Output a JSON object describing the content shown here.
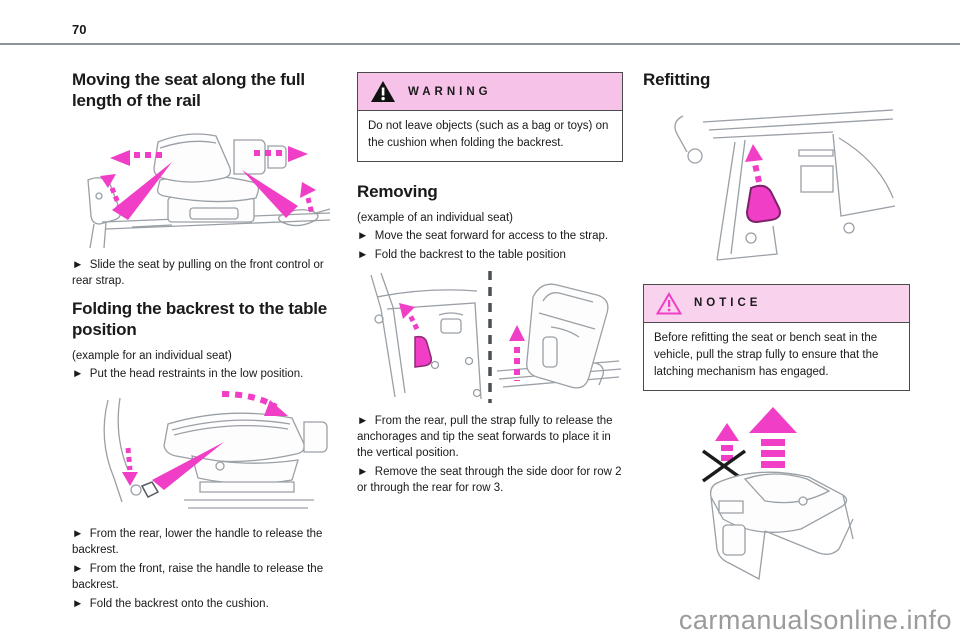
{
  "page": {
    "number": "70",
    "watermark": "carmanualsonline.info"
  },
  "col1": {
    "heading_moving": "Moving the seat along the full length of the rail",
    "para_slide": "►  Slide the seat by pulling on the front control or rear strap.",
    "heading_folding": "Folding the backrest to the table position",
    "example_note": "(example for an individual seat)",
    "para_head_restraints": "►  Put the head restraints in the low position.",
    "para_rear_lower": "►  From the rear, lower the handle to release the backrest.",
    "para_front_raise": "►  From the front, raise the handle to release the backrest.",
    "para_fold_cushion": "►  Fold the backrest onto the cushion."
  },
  "col2": {
    "warning": {
      "title": "WARNING",
      "body": "Do not leave objects (such as a bag or toys) on the cushion when folding the backrest."
    },
    "heading_removing": "Removing",
    "example_note": "(example of an individual seat)",
    "para_move_forward": "►  Move the seat forward for access to the strap.",
    "para_fold_table": "►  Fold the backrest to the table position",
    "para_pull_strap": "►  From the rear, pull the strap fully to release the anchorages and tip the seat forwards to place it in the vertical position.",
    "para_remove_seat": "►  Remove the seat through the side door for row 2 or through the rear for row 3."
  },
  "col3": {
    "heading_refitting": "Refitting",
    "notice": {
      "title": "NOTICE",
      "body": "Before refitting the seat or bench seat in the vehicle, pull the strap fully to ensure that the latching mechanism has engaged."
    }
  },
  "colors": {
    "accent_magenta": "#f03ec6",
    "warning_header_bg": "#f6c2e8",
    "notice_header_bg": "#f9d3ee",
    "header_rule": "#8d939b",
    "watermark_gray": "#9b9b9b"
  }
}
